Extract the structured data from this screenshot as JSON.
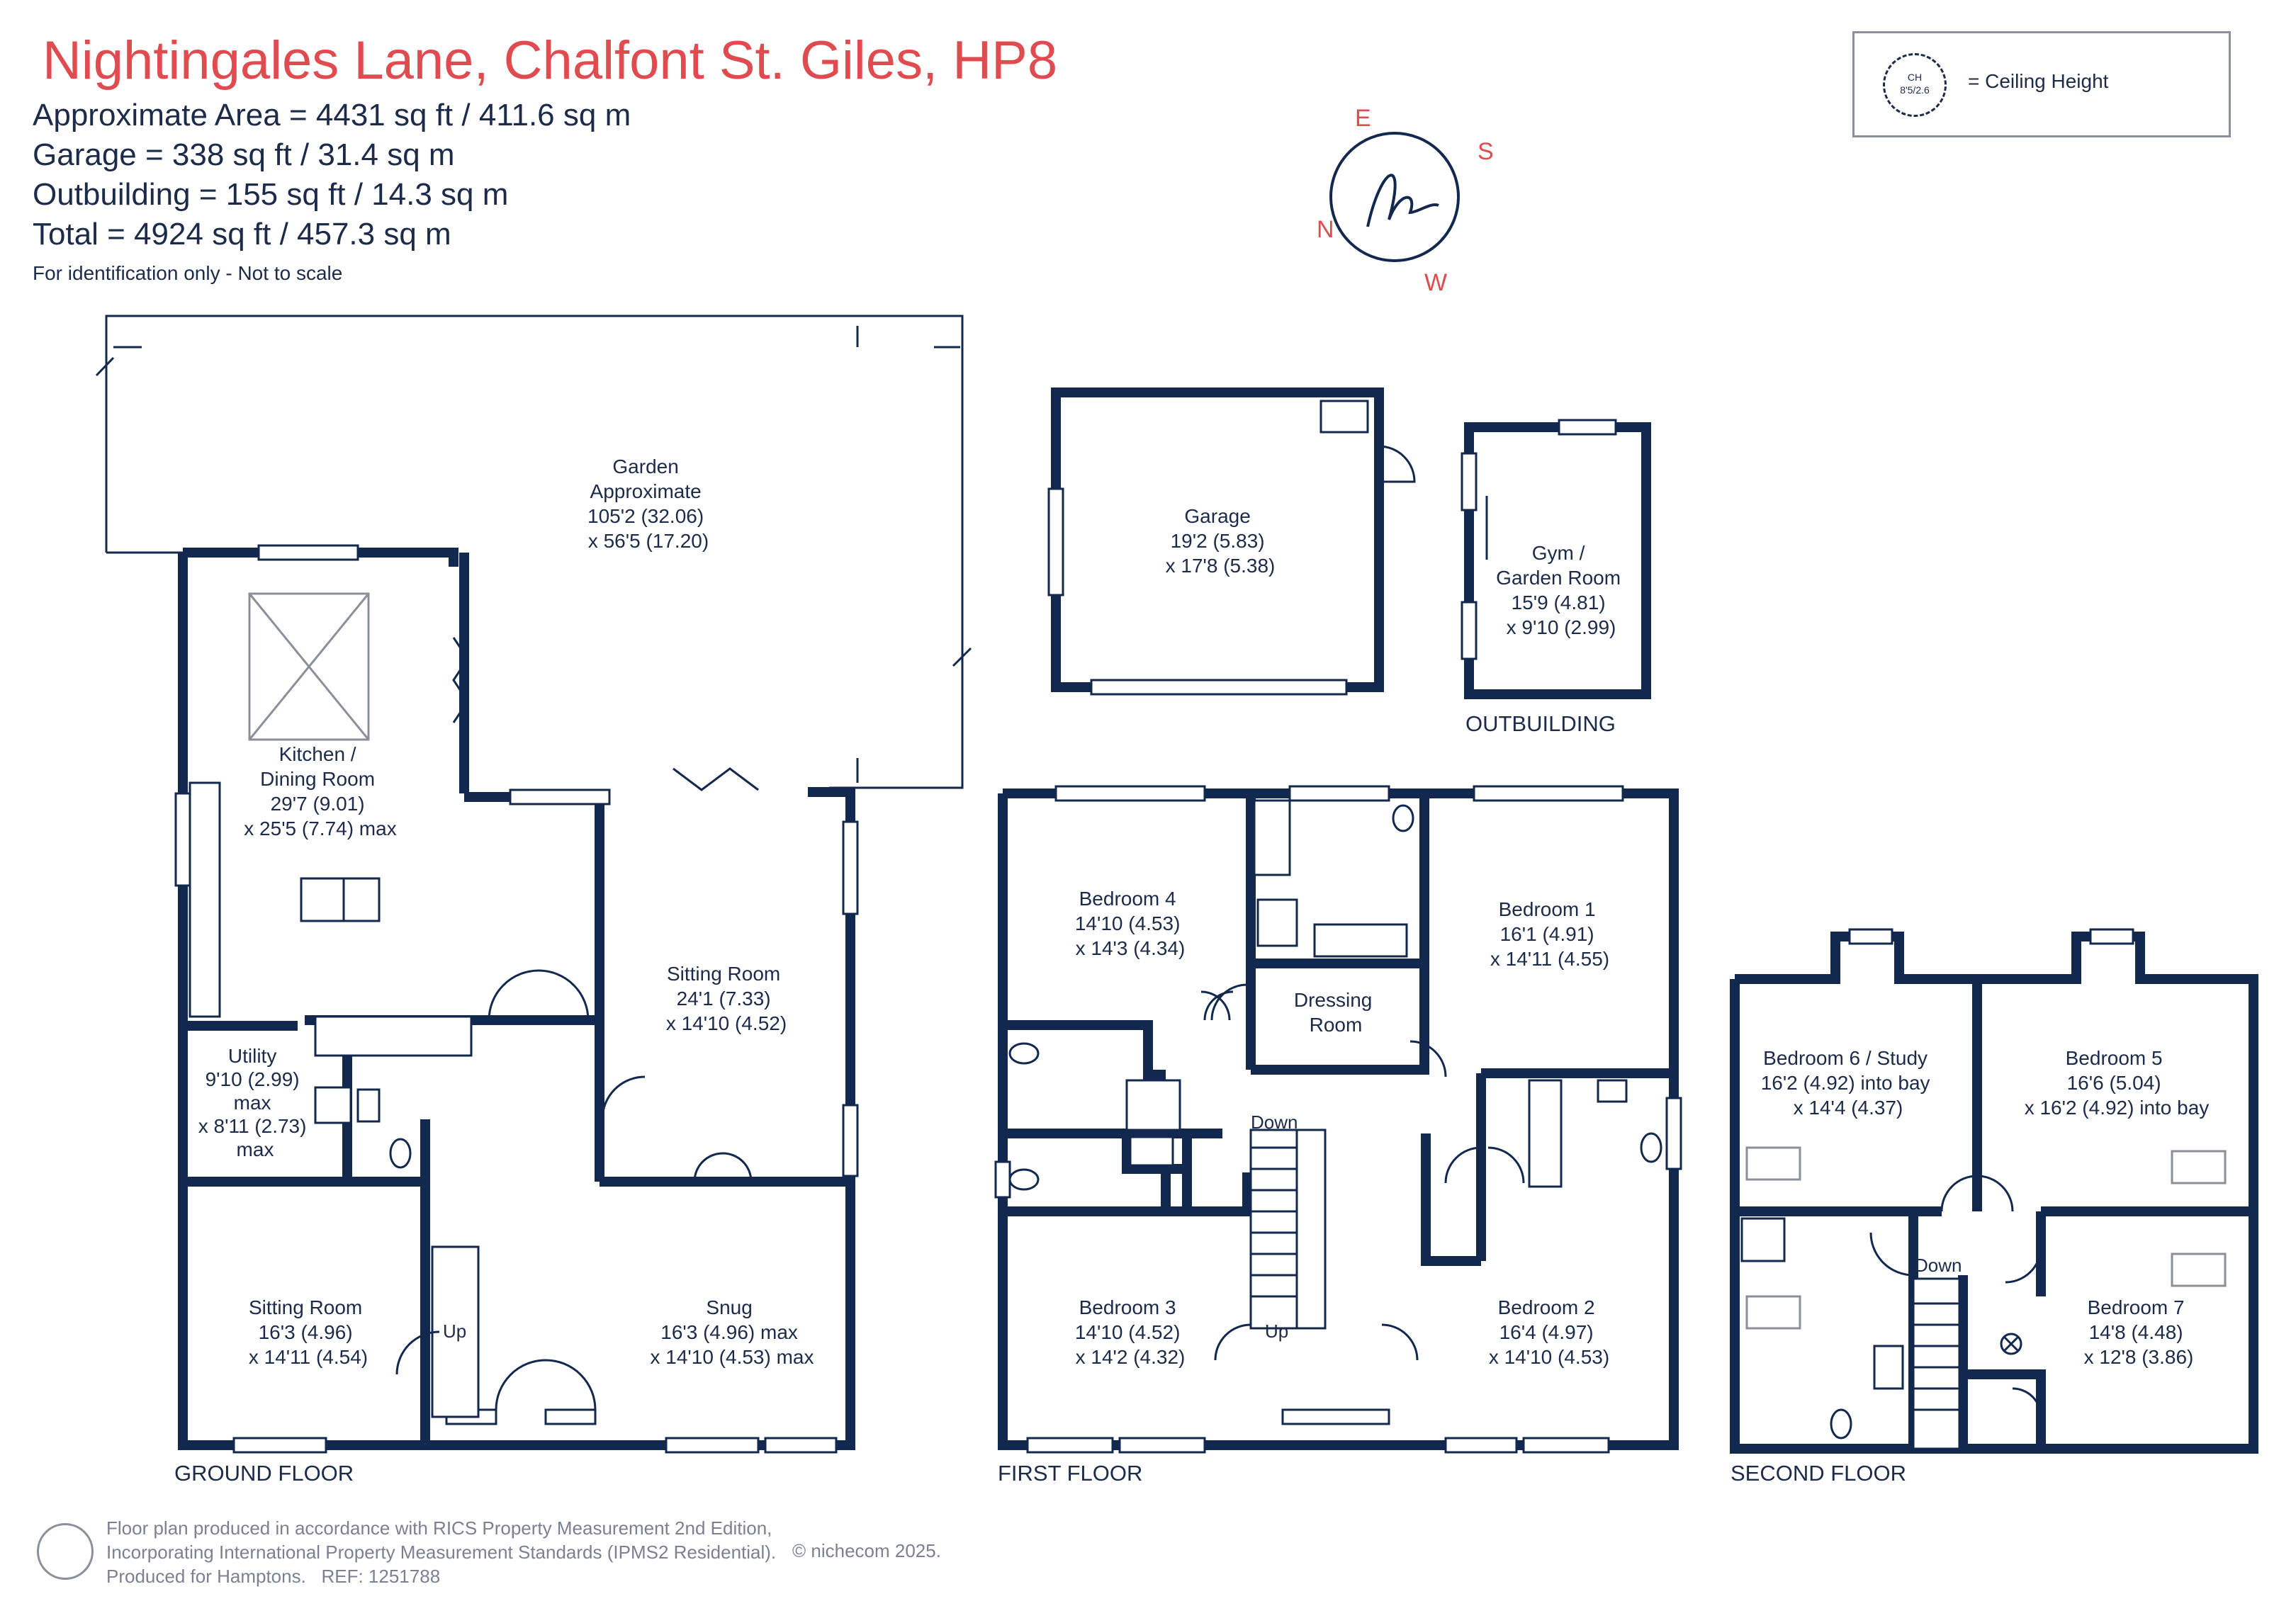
{
  "header": {
    "title": "Nightingales Lane, Chalfont St. Giles, HP8",
    "areas": [
      "Approximate Area = 4431 sq ft / 411.6 sq m",
      "Garage = 338 sq ft / 31.4 sq m",
      "Outbuilding = 155 sq ft / 14.3 sq m",
      "Total = 4924 sq ft / 457.3 sq m"
    ],
    "disclaimer": "For identification only - Not to scale"
  },
  "legend": {
    "badge_line1": "CH",
    "badge_line2": "8'5/2.6",
    "text": "= Ceiling Height"
  },
  "compass": {
    "letters": [
      "N",
      "E",
      "S",
      "W"
    ],
    "logo": "h"
  },
  "rooms": {
    "garden": [
      "Garden",
      "Approximate",
      "105'2 (32.06)",
      "x 56'5 (17.20)"
    ],
    "kitchen": [
      "Kitchen /",
      "Dining Room",
      "29'7 (9.01)",
      "x 25'5 (7.74) max"
    ],
    "sitting_large": [
      "Sitting Room",
      "24'1 (7.33)",
      "x 14'10 (4.52)"
    ],
    "utility": [
      "Utility",
      "9'10 (2.99)",
      "max",
      "x 8'11 (2.73)",
      "max"
    ],
    "sitting_small": [
      "Sitting Room",
      "16'3 (4.96)",
      "x 14'11 (4.54)"
    ],
    "snug": [
      "Snug",
      "16'3 (4.96) max",
      "x 14'10 (4.53) max"
    ],
    "garage": [
      "Garage",
      "19'2 (5.83)",
      "x 17'8 (5.38)"
    ],
    "gym": [
      "Gym /",
      "Garden Room",
      "15'9 (4.81)",
      "x 9'10 (2.99)"
    ],
    "bedroom4": [
      "Bedroom 4",
      "14'10 (4.53)",
      "x 14'3 (4.34)"
    ],
    "bedroom1": [
      "Bedroom 1",
      "16'1 (4.91)",
      "x 14'11 (4.55)"
    ],
    "dressing": [
      "Dressing",
      "Room"
    ],
    "bedroom3": [
      "Bedroom 3",
      "14'10 (4.52)",
      "x 14'2 (4.32)"
    ],
    "bedroom2": [
      "Bedroom 2",
      "16'4 (4.97)",
      "x 14'10 (4.53)"
    ],
    "bedroom6": [
      "Bedroom 6 / Study",
      "16'2 (4.92) into bay",
      "x 14'4 (4.37)"
    ],
    "bedroom5": [
      "Bedroom 5",
      "16'6 (5.04)",
      "x 16'2 (4.92) into bay"
    ],
    "bedroom7": [
      "Bedroom 7",
      "14'8 (4.48)",
      "x 12'8 (3.86)"
    ]
  },
  "stairs": {
    "up": "Up",
    "down": "Down"
  },
  "floors": {
    "ground": "GROUND FLOOR",
    "first": "FIRST FLOOR",
    "second": "SECOND FLOOR",
    "outbuilding": "OUTBUILDING"
  },
  "footer": {
    "line1": "Floor plan produced in accordance with RICS Property Measurement 2nd Edition,",
    "line2": "Incorporating International Property Measurement Standards (IPMS2 Residential).",
    "line3": "Produced for Hamptons.",
    "ref": "REF: 1251788",
    "copyright": "© nichecom 2025."
  },
  "colors": {
    "wall": "#13284e",
    "title": "#e04b4f",
    "muted": "#7b8190"
  }
}
